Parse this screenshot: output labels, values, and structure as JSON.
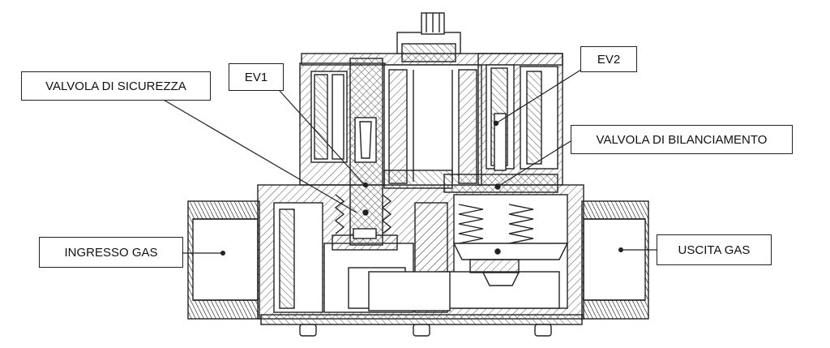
{
  "labels": {
    "valvola_sicurezza": "VALVOLA DI SICUREZZA",
    "ev1": "EV1",
    "ev2": "EV2",
    "valvola_bilanciamento": "VALVOLA DI BILANCIAMENTO",
    "ingresso_gas": "INGRESSO GAS",
    "uscita_gas": "USCITA GAS"
  },
  "colors": {
    "line": "#222222",
    "hatch": "#555555",
    "paper": "#ffffff"
  }
}
